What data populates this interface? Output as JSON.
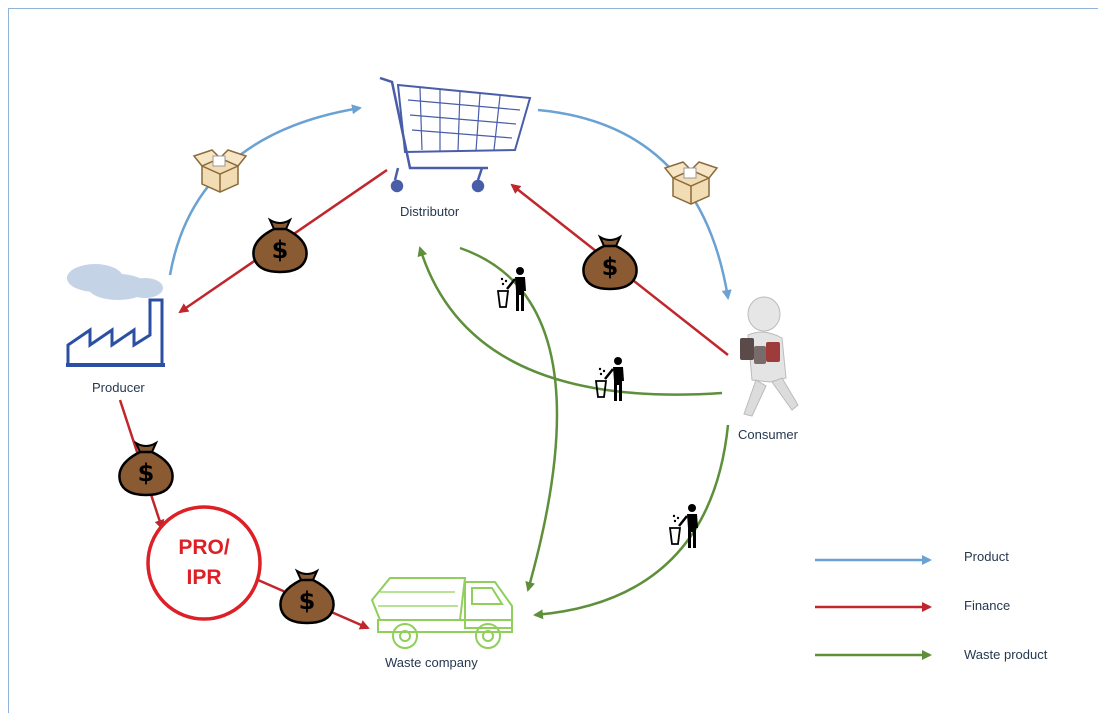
{
  "nodes": {
    "distributor": {
      "label": "Distributor",
      "icon": "shopping-cart-icon"
    },
    "producer": {
      "label": "Producer",
      "icon": "factory-icon"
    },
    "consumer": {
      "label": "Consumer",
      "icon": "person-carrying-products-icon"
    },
    "waste_company": {
      "label": "Waste company",
      "icon": "dump-truck-icon"
    },
    "pro": {
      "line1": "PRO/",
      "line2": "IPR"
    }
  },
  "flow_icons": {
    "product": "box-icon",
    "finance": "money-bag-icon",
    "waste": "trash-disposal-icon"
  },
  "legend": [
    {
      "label": "Product",
      "color": "#6aa2d3"
    },
    {
      "label": "Finance",
      "color": "#c0272d"
    },
    {
      "label": "Waste product",
      "color": "#5e8f3a"
    }
  ],
  "colors": {
    "product": "#6aa2d3",
    "finance": "#c0272d",
    "waste": "#5e8f3a",
    "pro_circle": "#dd1f26",
    "frame": "#8fb3d9"
  }
}
